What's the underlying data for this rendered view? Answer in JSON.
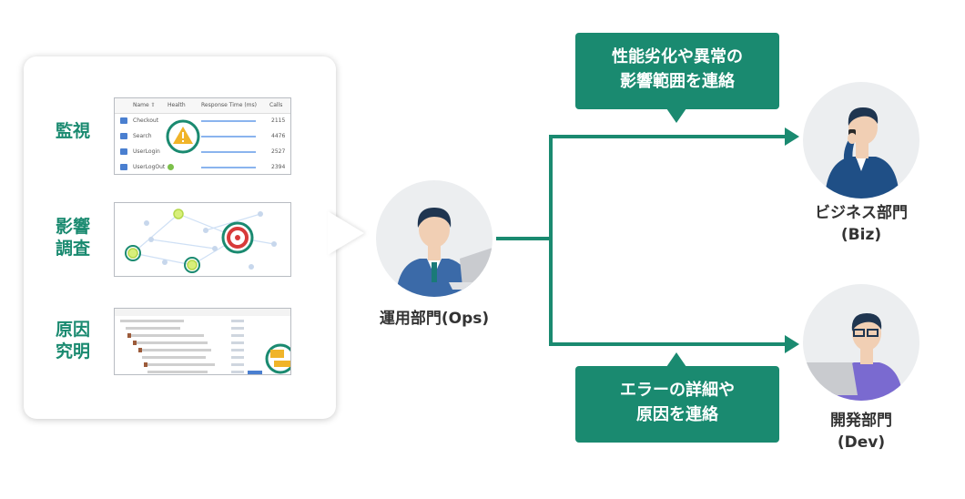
{
  "panel": {
    "sections": [
      {
        "label_lines": [
          "監視"
        ]
      },
      {
        "label_lines": [
          "影響",
          "調査"
        ]
      },
      {
        "label_lines": [
          "原因",
          "究明"
        ]
      }
    ],
    "monitor_table": {
      "headers": [
        "Name ⇧",
        "Health",
        "Response Time (ms)",
        "Calls"
      ],
      "rows": [
        {
          "name": "Checkout",
          "calls": "2115"
        },
        {
          "name": "Search",
          "calls": "4476"
        },
        {
          "name": "UserLogin",
          "calls": "2527"
        },
        {
          "name": "UserLogOut",
          "calls": "2394"
        }
      ]
    }
  },
  "ops": {
    "label": "運用部門(Ops)"
  },
  "biz": {
    "label_line1": "ビジネス部門",
    "label_line2": "(Biz)"
  },
  "dev": {
    "label_line1": "開発部門",
    "label_line2": "(Dev)"
  },
  "callout_top": {
    "line1": "性能劣化や異常の",
    "line2": "影響範囲を連絡"
  },
  "callout_bottom": {
    "line1": "エラーの詳細や",
    "line2": "原因を連絡"
  },
  "colors": {
    "accent": "#1a8a70",
    "ops_shirt": "#3b6aa8",
    "biz_suit": "#1f4f86",
    "dev_shirt": "#7a6ad0"
  }
}
